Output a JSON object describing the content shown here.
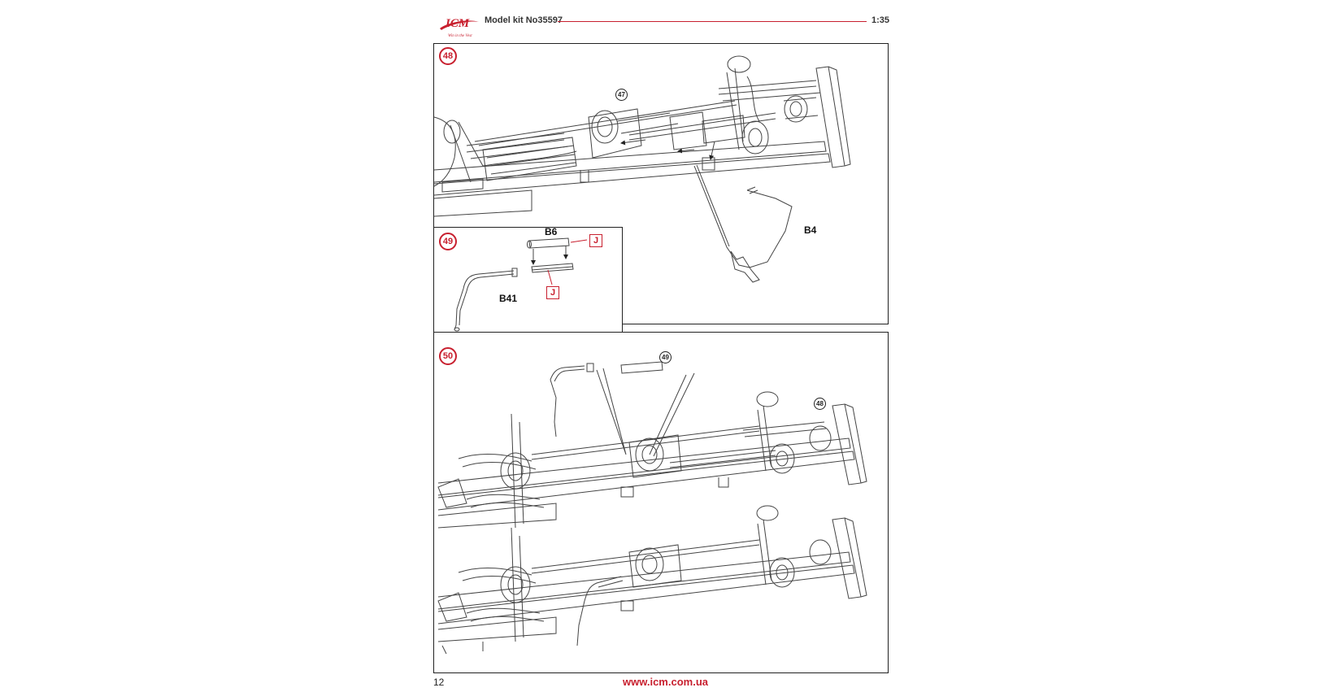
{
  "header": {
    "logo_text": "ICM",
    "logo_tagline": "Win in the Vest",
    "model_kit": "Model kit No35597",
    "scale": "1:35",
    "brand_color": "#c8202f"
  },
  "steps": {
    "s48": {
      "number": "48",
      "refs": [
        "47"
      ],
      "parts": [
        "B4"
      ]
    },
    "s49": {
      "number": "49",
      "parts": [
        "B6",
        "B41"
      ],
      "paint": [
        "J",
        "J"
      ]
    },
    "s50": {
      "number": "50",
      "refs": [
        "49",
        "48"
      ]
    }
  },
  "footer": {
    "page_number": "12",
    "website": "www.icm.com.ua"
  }
}
